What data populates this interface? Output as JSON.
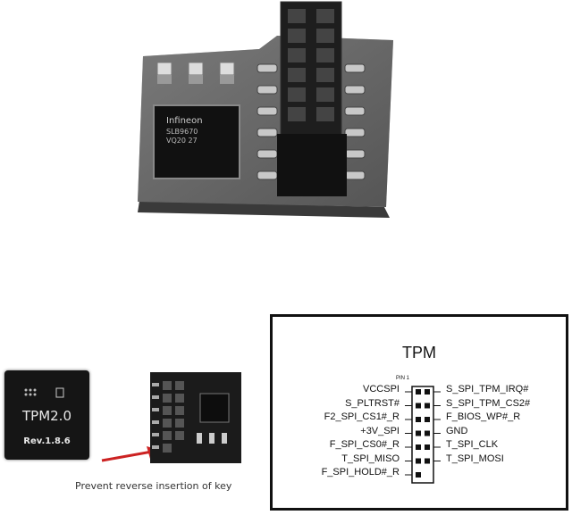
{
  "chip": {
    "model": "TPM2.0",
    "rev": "Rev.1.8.6"
  },
  "main_module": {
    "chip_text": [
      "Infineon",
      "SLB9670",
      "VQ20 27"
    ]
  },
  "caption": "Prevent reverse insertion of key",
  "diagram": {
    "title": "TPM",
    "pin1_label": "PIN 1",
    "left_pins": [
      "VCCSPI",
      "S_PLTRST#",
      "F2_SPI_CS1#_R",
      "+3V_SPI",
      "F_SPI_CS0#_R",
      "T_SPI_MISO",
      "F_SPI_HOLD#_R"
    ],
    "right_pins": [
      "S_SPI_TPM_IRQ#",
      "S_SPI_TPM_CS2#",
      "F_BIOS_WP#_R",
      "GND",
      "T_SPI_CLK",
      "T_SPI_MOSI"
    ]
  },
  "colors": {
    "board": "#5c5c5c",
    "header": "#1a1a1a",
    "arrow": "#cc2222"
  }
}
